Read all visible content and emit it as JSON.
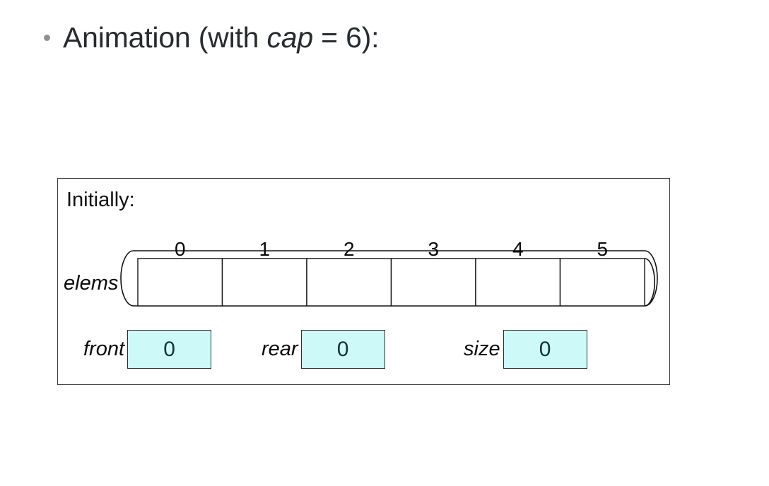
{
  "slide": {
    "heading": {
      "bullet_icon": "bullet-dot-icon",
      "prefix": "Animation (with ",
      "emphasis": "cap",
      "suffix": " = 6):"
    }
  },
  "diagram": {
    "caption": "Initially:",
    "array": {
      "name_label": "elems",
      "capacity": 6,
      "index_labels": [
        "0",
        "1",
        "2",
        "3",
        "4",
        "5"
      ],
      "cells": [
        "",
        "",
        "",
        "",
        "",
        ""
      ]
    },
    "variables": [
      {
        "label": "front",
        "value": "0"
      },
      {
        "label": "rear",
        "value": "0"
      },
      {
        "label": "size",
        "value": "0"
      }
    ]
  },
  "colors": {
    "page_background": "#ffffff",
    "heading_text": "#282b2e",
    "bullet": "#8a948d",
    "frame_border": "#3b3b3b",
    "array_stroke": "#111111",
    "var_box_fill": "#cdfaf9",
    "var_box_border": "#2f2f2f",
    "var_value_text": "#15333a"
  }
}
